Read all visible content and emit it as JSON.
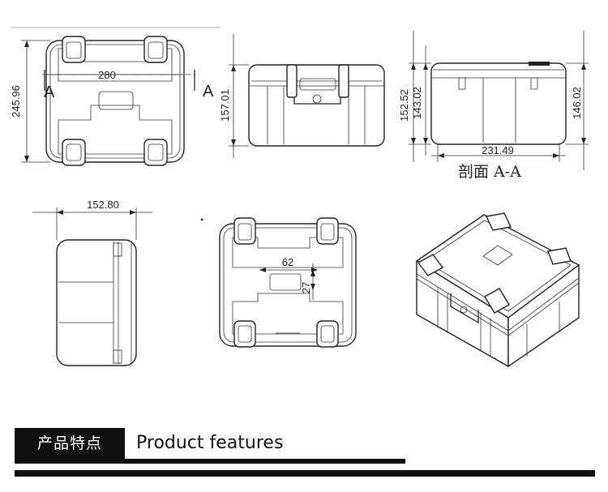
{
  "views": {
    "top_view": {
      "width_dim": "280",
      "height_dim": "245.96",
      "section_mark_left": "A",
      "section_mark_right": "A"
    },
    "front_view": {
      "height_dim": "157.01"
    },
    "section_view": {
      "height_outer": "152.52",
      "height_inner": "143.02",
      "height_right": "146.02",
      "width_dim": "231.49",
      "caption": "剖面 A-A"
    },
    "side_view": {
      "width_dim": "152.80"
    },
    "bottom_view": {
      "width_dim": "62",
      "height_dim": "27"
    }
  },
  "banner": {
    "cn_label": "产品特点",
    "en_label": "Product features"
  }
}
